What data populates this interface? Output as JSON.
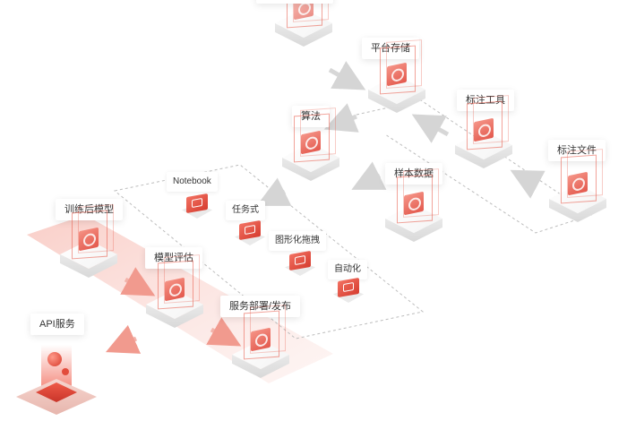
{
  "colors": {
    "accent": "#e8574a",
    "accent_light": "#fbe3df",
    "arrow": "#d7d7d7",
    "dash": "#bbbbbb",
    "label_text": "#333333"
  },
  "nodes": {
    "storage": {
      "label": "平台存储",
      "icon": "database-cube-icon"
    },
    "annotation_tool": {
      "label": "标注工具",
      "icon": "annotation-tool-cube-icon"
    },
    "annotation_file": {
      "label": "标注文件",
      "icon": "file-cube-icon"
    },
    "algorithm": {
      "label": "算法",
      "icon": "algorithm-cube-icon"
    },
    "sample_data": {
      "label": "样本数据",
      "icon": "sample-data-cube-icon"
    },
    "notebook": {
      "label": "Notebook",
      "icon": "notebook-card-icon"
    },
    "task": {
      "label": "任务式",
      "icon": "task-card-icon"
    },
    "graphic": {
      "label": "图形化拖拽",
      "icon": "drag-card-icon"
    },
    "automation": {
      "label": "自动化",
      "icon": "automation-card-icon"
    },
    "trained_model": {
      "label": "训练后模型",
      "icon": "model-cube-icon"
    },
    "evaluation": {
      "label": "模型评估",
      "icon": "evaluation-cube-icon"
    },
    "deploy": {
      "label": "服务部署/发布",
      "icon": "deploy-cube-icon"
    },
    "api": {
      "label": "API服务",
      "icon": "api-glow-icon"
    }
  }
}
